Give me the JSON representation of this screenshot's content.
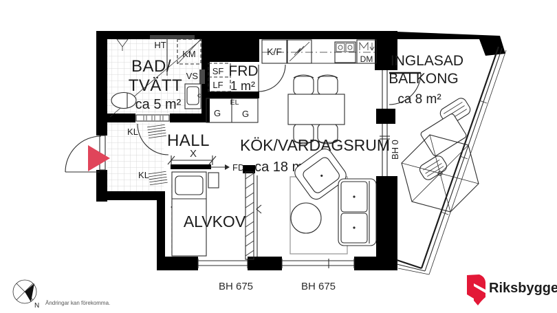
{
  "plan": {
    "rooms": {
      "bathroom": {
        "line1": "BAD/",
        "line2": "TVÄTT",
        "area": "ca 5 m²"
      },
      "storage": {
        "name": "FRD",
        "area": "1 m²"
      },
      "hall": {
        "name": "HALL"
      },
      "kitchen_living": {
        "name": "KÖK/VARDAGSRUM",
        "area": "ca 18 m²"
      },
      "alcove": {
        "name": "ALVKOV"
      },
      "balcony": {
        "line1": "INGLASAD",
        "line2": "BALKONG",
        "area": "ca 8 m²"
      }
    },
    "fixtures": {
      "ht": "HT",
      "km": "KM",
      "vs": "VS",
      "sf": "SF",
      "lf": "LF",
      "g_left": "G",
      "el": "EL",
      "g_right": "G",
      "kf": "K/F",
      "dm": "DM",
      "kl_upper": "KL",
      "kl_lower": "KL",
      "fd": "FD",
      "x_dim": "X"
    },
    "measurements": {
      "bh_balcony": "BH 0",
      "bh_window_left": "BH 675",
      "bh_window_right": "BH 675"
    }
  },
  "footer": {
    "compass_label": "N",
    "disclaimer": "Ändringar kan förekomma.",
    "brand": "Riksbyggen"
  },
  "colors": {
    "wall": "#000000",
    "entrance_marker": "#e0455a",
    "brand_red": "#e31837",
    "brand_gray": "#8a8d8f",
    "tile_line": "#d8d8d8"
  }
}
